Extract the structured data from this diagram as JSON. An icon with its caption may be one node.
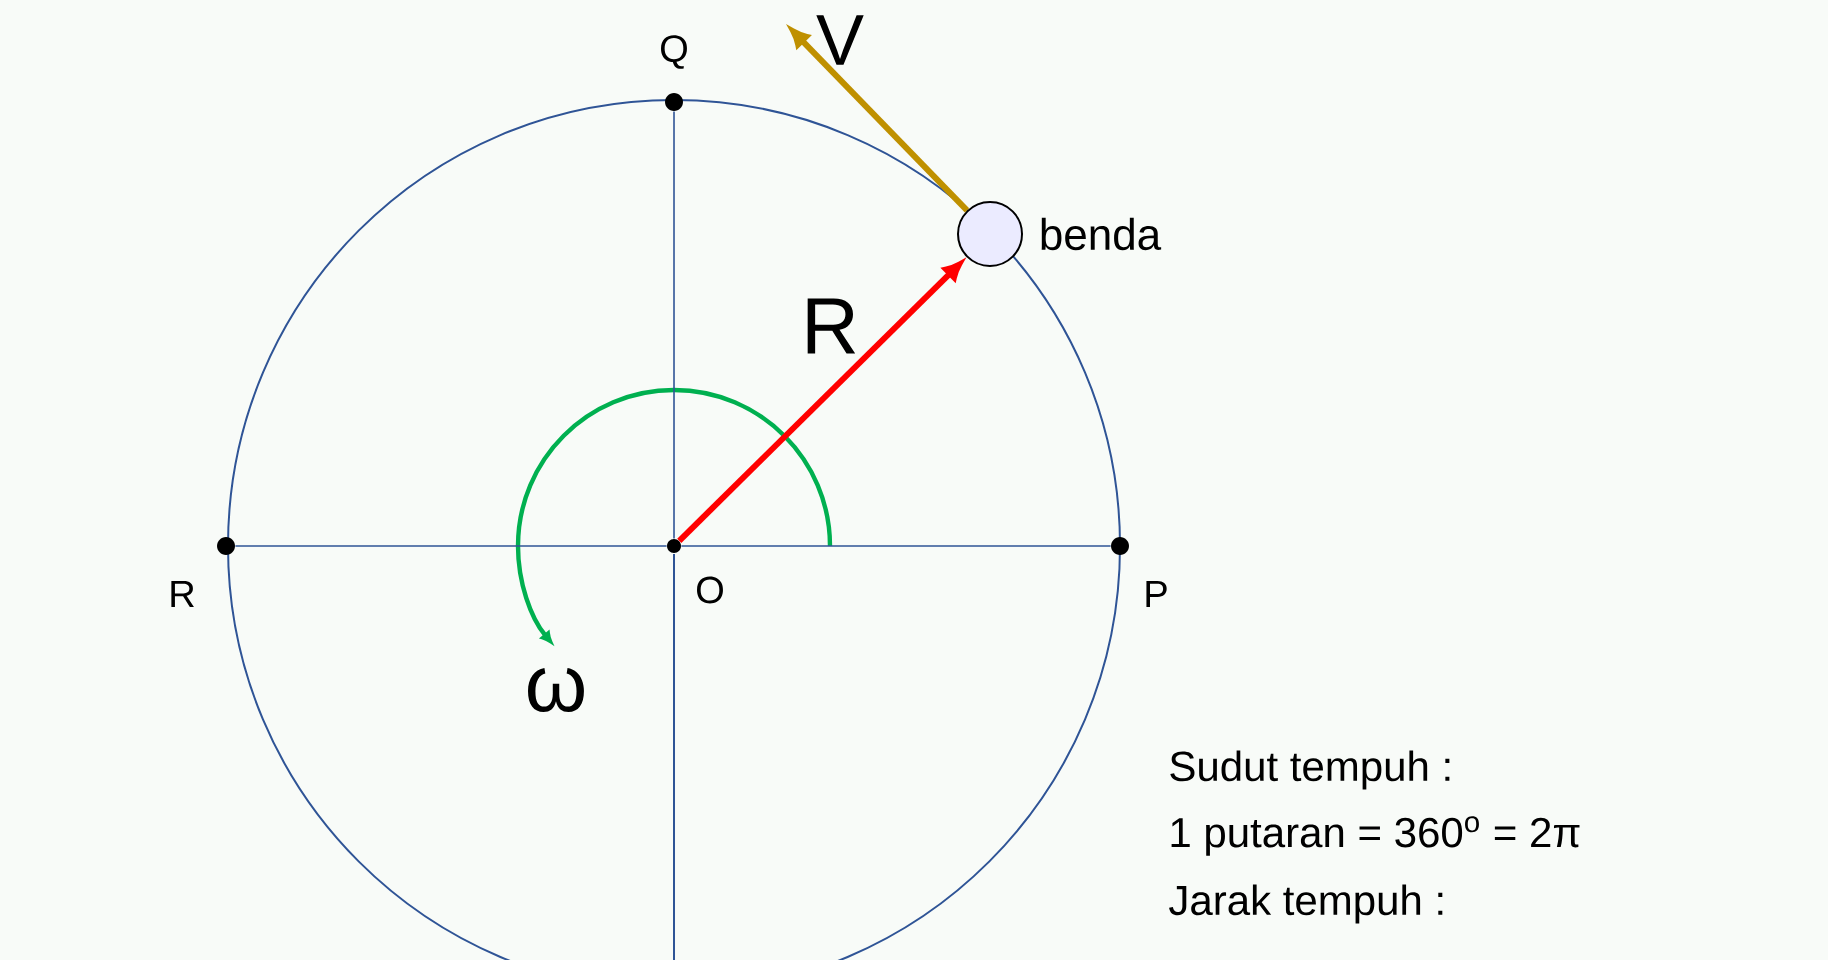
{
  "diagram": {
    "nodes": [
      {
        "text": [],
        "shape": "circle",
        "beside": [
          "Q"
        ]
      },
      {
        "text": [],
        "shape": "circle",
        "beside": [
          "benda"
        ]
      },
      {
        "text": [],
        "shape": "circle",
        "beside": [
          "R"
        ]
      },
      {
        "text": [],
        "shape": "circle",
        "beside": [
          "O"
        ]
      },
      {
        "text": [],
        "shape": "circle",
        "beside": [
          "P"
        ]
      }
    ],
    "edges": [
      {
        "from": 2,
        "to": 3,
        "arrow": "none"
      },
      {
        "from": 3,
        "to": 4,
        "arrow": "none"
      },
      {
        "from": 0,
        "to": 3,
        "arrow": "none"
      },
      {
        "from": 3,
        "to": 1,
        "arrow": "to",
        "label": "R",
        "color": "#ff0000",
        "style": "thick"
      },
      {
        "from": 1,
        "to": null,
        "arrow": "to",
        "label": "V",
        "color": "#bf9000",
        "style": "thick"
      }
    ],
    "labels": [
      "ω",
      "Sudut tempuh :",
      "1 putaran = 360$^{o}$ = 2π",
      "Jarak tempuh :"
    ]
  }
}
